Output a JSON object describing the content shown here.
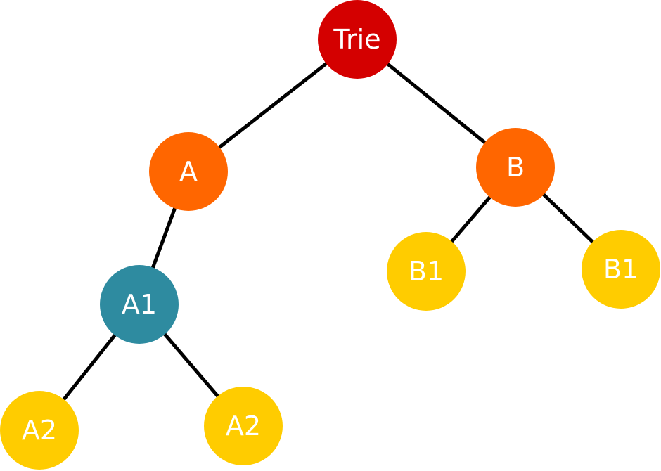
{
  "diagram": {
    "nodes": [
      {
        "id": "trie",
        "label": "Trie",
        "color": "#d40000"
      },
      {
        "id": "a",
        "label": "A",
        "color": "#ff6600"
      },
      {
        "id": "b",
        "label": "B",
        "color": "#ff6600"
      },
      {
        "id": "a1",
        "label": "A1",
        "color": "#2e8ba0"
      },
      {
        "id": "b1-left",
        "label": "B1",
        "color": "#ffcc00"
      },
      {
        "id": "b1-right",
        "label": "B1",
        "color": "#ffcc00"
      },
      {
        "id": "a2-left",
        "label": "A2",
        "color": "#ffcc00"
      },
      {
        "id": "a2-right",
        "label": "A2",
        "color": "#ffcc00"
      }
    ],
    "edges": [
      {
        "from": "trie",
        "to": "a"
      },
      {
        "from": "trie",
        "to": "b"
      },
      {
        "from": "a",
        "to": "a1"
      },
      {
        "from": "b",
        "to": "b1-left"
      },
      {
        "from": "b",
        "to": "b1-right"
      },
      {
        "from": "a1",
        "to": "a2-left"
      },
      {
        "from": "a1",
        "to": "a2-right"
      }
    ]
  }
}
